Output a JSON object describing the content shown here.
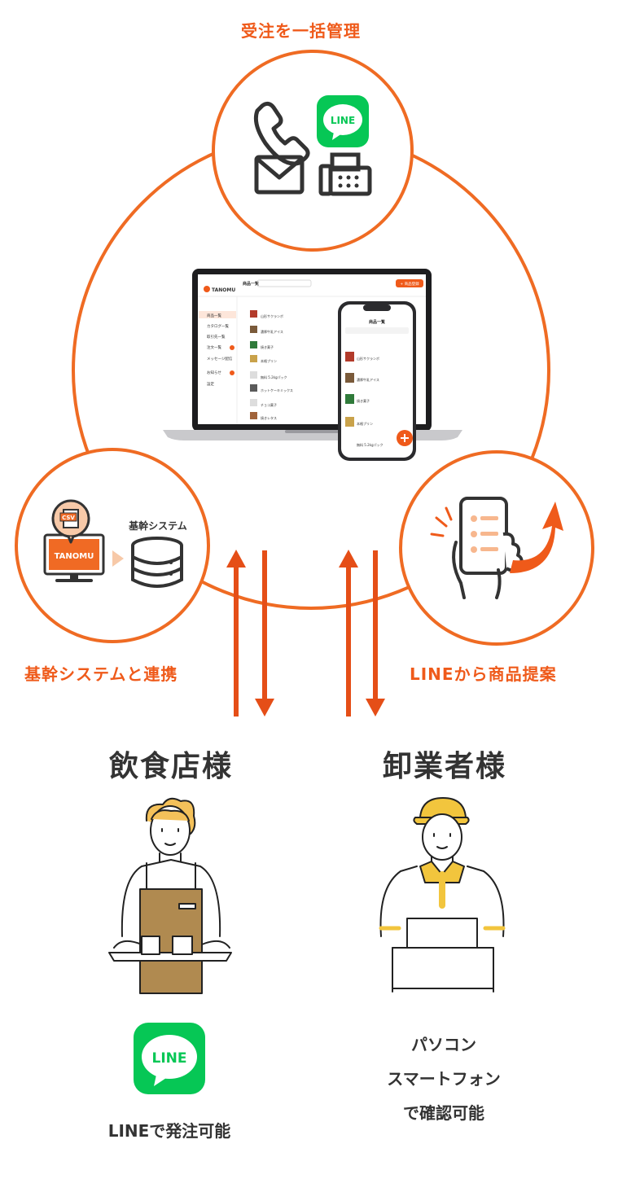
{
  "top_label": "受注を一括管理",
  "left_label": "基幹システムと連携",
  "right_label": "LINEから商品提案",
  "left_party": "飲食店様",
  "right_party": "卸業者様",
  "left_caption": "LINEで発注可能",
  "right_caption": [
    "パソコン",
    "スマートフォン",
    "で確認可能"
  ],
  "csv_badge": "CSV",
  "tanomu_screen": "TANOMU",
  "core_system_label": "基幹システム",
  "line_logo_text": "LINE",
  "desktop_logo": "TANOMU",
  "desktop_page_title": "商品一覧",
  "desktop_add_button": "+ 商品登録",
  "desktop_menu": [
    "商品一覧",
    "カタログ一覧",
    "取引先一覧",
    "注文一覧",
    "メッセージ配信",
    "お知らせ",
    "設定"
  ],
  "desktop_products": [
    "山形サクランボ",
    "濃厚牛乳アイス",
    "焼き菓子",
    "本格プリン",
    "無料 5.2kgパック",
    "ホットケーキミックス",
    "チョコ菓子",
    "焼きレタス"
  ],
  "phone_title": "商品一覧",
  "phone_products": [
    "山形サクランボ",
    "濃厚牛乳アイス",
    "焼き菓子",
    "本格プリン",
    "無料 5.2kgパック"
  ],
  "colors": {
    "accent": "#ef5a1a",
    "circle_stroke": "#ef6b23",
    "line_green": "#06c755",
    "icon_dark": "#333333"
  }
}
